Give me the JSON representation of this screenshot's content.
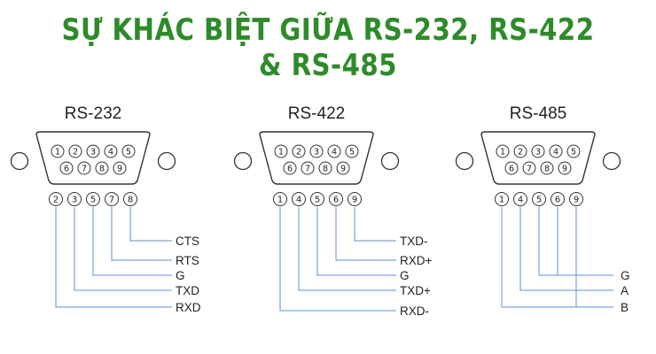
{
  "title": "SỰ KHÁC BIỆT GIỮA RS-232, RS-422 & RS-485",
  "colors": {
    "title": "#2e8b2a",
    "wire": "#5b8fd6",
    "outline": "#333333"
  },
  "connectors": [
    {
      "name": "RS-232",
      "face_top": [
        "1",
        "2",
        "3",
        "4",
        "5"
      ],
      "face_bottom": [
        "6",
        "7",
        "8",
        "9"
      ],
      "used_pins": [
        "2",
        "3",
        "5",
        "7",
        "8"
      ],
      "signals": [
        "CTS",
        "RTS",
        "G",
        "TXD",
        "RXD"
      ],
      "wiring": [
        {
          "pin": "2",
          "signal": "RXD"
        },
        {
          "pin": "3",
          "signal": "TXD"
        },
        {
          "pin": "5",
          "signal": "G"
        },
        {
          "pin": "7",
          "signal": "RTS"
        },
        {
          "pin": "8",
          "signal": "CTS"
        }
      ]
    },
    {
      "name": "RS-422",
      "face_top": [
        "1",
        "2",
        "3",
        "4",
        "5"
      ],
      "face_bottom": [
        "6",
        "7",
        "8",
        "9"
      ],
      "used_pins": [
        "1",
        "4",
        "5",
        "6",
        "9"
      ],
      "signals": [
        "TXD-",
        "RXD+",
        "G",
        "TXD+",
        "RXD-"
      ],
      "wiring": [
        {
          "pin": "1",
          "signal": "RXD-"
        },
        {
          "pin": "4",
          "signal": "TXD+"
        },
        {
          "pin": "5",
          "signal": "G"
        },
        {
          "pin": "6",
          "signal": "RXD+"
        },
        {
          "pin": "9",
          "signal": "TXD-"
        }
      ]
    },
    {
      "name": "RS-485",
      "face_top": [
        "1",
        "2",
        "3",
        "4",
        "5"
      ],
      "face_bottom": [
        "6",
        "7",
        "8",
        "9"
      ],
      "used_pins": [
        "1",
        "4",
        "5",
        "6",
        "9"
      ],
      "signals": [
        "G",
        "A",
        "B"
      ],
      "wiring": [
        {
          "pin": "1",
          "signal": "B"
        },
        {
          "pin": "4",
          "signal": "A"
        },
        {
          "pin": "5",
          "signal": "G"
        },
        {
          "pin": "6",
          "signal": "G"
        },
        {
          "pin": "9",
          "signal": "B"
        }
      ]
    }
  ]
}
